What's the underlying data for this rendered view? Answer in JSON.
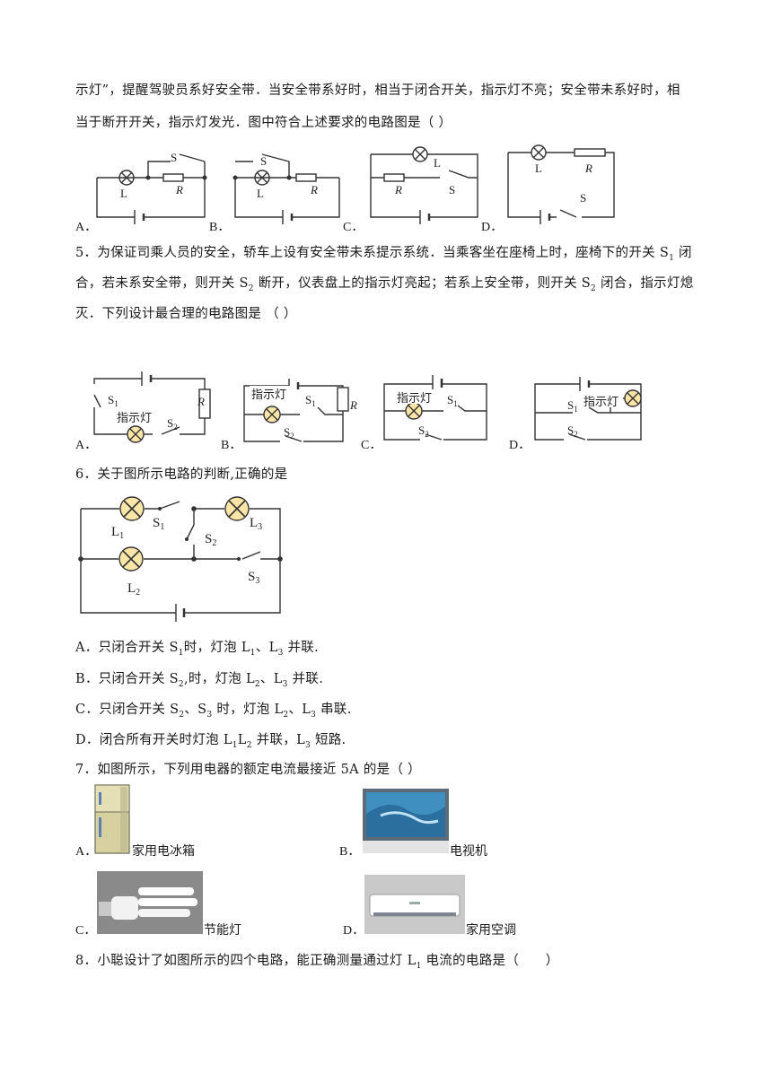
{
  "q4": {
    "line1": "示灯”，提醒驾驶员系好安全带．当安全带系好时，相当于闭合开关，指示灯不亮；安全带未系好时，相",
    "line2": "当于断开开关，指示灯发光．图中符合上述要求的电路图是（ ）"
  },
  "options_abcd": [
    "A．",
    "B．",
    "C．",
    "D．"
  ],
  "circuit_labels": {
    "lamp": "L",
    "resistor": "R",
    "switch": "S",
    "s1": "S",
    "s2": "S",
    "s3": "S",
    "sub1": "1",
    "sub2": "2",
    "sub3": "3",
    "l1": "L",
    "l2": "L",
    "l3": "L"
  },
  "indicator": "指示灯",
  "q5": {
    "line1_pre": "5．为保证司乘人员的安全，轿车上设有安全带未系提示系统．当乘客坐在座椅上时，座椅下的开关 S",
    "line1_sub": "1",
    "line1_post": " 闭",
    "line2_pre": "合，若未系安全带，则开关 S",
    "line2_sub": "2",
    "line2_mid": " 断开，仪表盘上的指示灯亮起；若系上安全带，则开关 S",
    "line2_sub2": "2",
    "line2_post": " 闭合，指示灯熄",
    "line3": "灭．下列设计最合理的电路图是 （ ）"
  },
  "q6": {
    "title": "6．关于图所示电路的判断,正确的是",
    "a_pre": "A．只闭合开关 S",
    "a_s": "1",
    "a_mid": "时，灯泡 L",
    "a_l1": "1",
    "a_sep": "、L",
    "a_l2": "3",
    "a_post": " 并联.",
    "b_pre": "B．只闭合开关 S",
    "b_s": "2",
    "b_mid": ",时，灯泡 L",
    "b_l1": "2",
    "b_sep": "、L",
    "b_l2": "3",
    "b_post": " 并联.",
    "c_pre": "C．只闭合开关 S",
    "c_s1": "2",
    "c_sep0": "、S",
    "c_s2": "3",
    "c_mid": " 时，灯泡 L",
    "c_l1": "2",
    "c_sep": "、L",
    "c_l2": "3",
    "c_post": " 串联.",
    "d_pre": "D．闭合所有开关时灯泡 L",
    "d_l1": "1",
    "d_mid": "L",
    "d_l2": "2",
    "d_mid2": " 并联，L",
    "d_l3": "3",
    "d_post": " 短路."
  },
  "q7": {
    "title": "7．如图所示，下列用电器的额定电流最接近 5A 的是（ ）",
    "a": "家用电冰箱",
    "b": "电视机",
    "c": "节能灯",
    "d": "家用空调",
    "opt_a": "A．",
    "opt_b": "B．",
    "opt_c": "C．",
    "opt_d": "D．"
  },
  "q8": {
    "pre": "8．小聪设计了如图所示的四个电路，能正确测量通过灯 L",
    "sub": "1",
    "post": " 电流的电路是（　　）"
  }
}
